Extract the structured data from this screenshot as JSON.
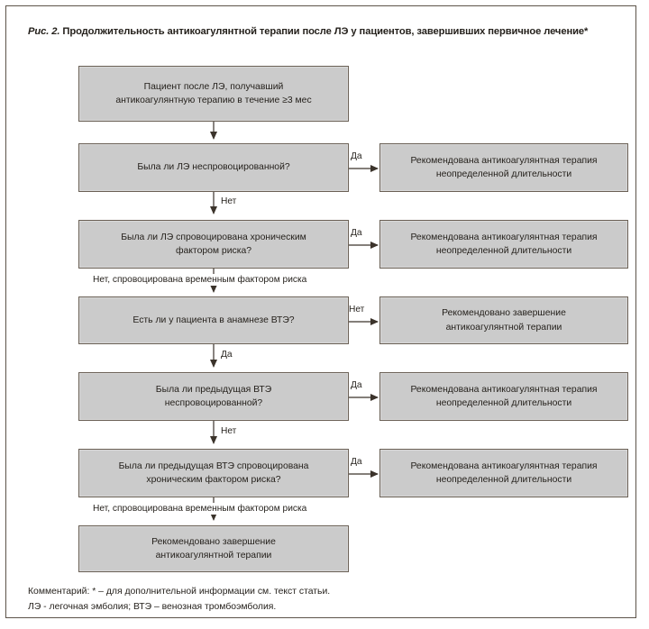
{
  "figure": {
    "label": "Рис. 2.",
    "title": "Продолжительность антикоагулянтной терапии после ЛЭ у пациентов, завершивших первичное лечение*"
  },
  "flowchart": {
    "type": "decision-flowchart",
    "nodes": [
      {
        "id": "start",
        "kind": "terminator",
        "text": "Пациент после ЛЭ, получавший\nантикоагулянтную терапию в течение ≥3 мес"
      },
      {
        "id": "q1",
        "kind": "decision",
        "text": "Была ли ЛЭ неспровоцированной?"
      },
      {
        "id": "r1",
        "kind": "outcome",
        "text": "Рекомендована антикоагулянтная терапия\nнеопределенной длительности"
      },
      {
        "id": "q2",
        "kind": "decision",
        "text": "Была ли ЛЭ спровоцирована хроническим\nфактором риска?"
      },
      {
        "id": "r2",
        "kind": "outcome",
        "text": "Рекомендована антикоагулянтная терапия\nнеопределенной длительности"
      },
      {
        "id": "q3",
        "kind": "decision",
        "text": "Есть ли у пациента в анамнезе ВТЭ?"
      },
      {
        "id": "r3",
        "kind": "outcome",
        "text": "Рекомендовано завершение\nантикоагулянтной терапии"
      },
      {
        "id": "q4",
        "kind": "decision",
        "text": "Была ли предыдущая ВТЭ\nнеспровоцированной?"
      },
      {
        "id": "r4",
        "kind": "outcome",
        "text": "Рекомендована антикоагулянтная терапия\nнеопределенной длительности"
      },
      {
        "id": "q5",
        "kind": "decision",
        "text": "Была ли предыдущая ВТЭ спровоцирована\nхроническим фактором риска?"
      },
      {
        "id": "r5",
        "kind": "outcome",
        "text": "Рекомендована антикоагулянтная терапия\nнеопределенной длительности"
      },
      {
        "id": "end",
        "kind": "terminator",
        "text": "Рекомендовано завершение\nантикоагулянтной терапии"
      }
    ],
    "edges": [
      {
        "id": "e-start-q1",
        "from": "start",
        "to": "q1",
        "label": ""
      },
      {
        "id": "e-q1-r1",
        "from": "q1",
        "to": "r1",
        "label": "Да"
      },
      {
        "id": "e-q1-q2",
        "from": "q1",
        "to": "q2",
        "label": "Нет"
      },
      {
        "id": "e-q2-r2",
        "from": "q2",
        "to": "r2",
        "label": "Да"
      },
      {
        "id": "e-q2-q3",
        "from": "q2",
        "to": "q3",
        "label": "Нет, спровоцирована временным фактором риска"
      },
      {
        "id": "e-q3-r3",
        "from": "q3",
        "to": "r3",
        "label": "Нет"
      },
      {
        "id": "e-q3-q4",
        "from": "q3",
        "to": "q4",
        "label": "Да"
      },
      {
        "id": "e-q4-r4",
        "from": "q4",
        "to": "r4",
        "label": "Да"
      },
      {
        "id": "e-q4-q5",
        "from": "q4",
        "to": "q5",
        "label": "Нет"
      },
      {
        "id": "e-q5-r5",
        "from": "q5",
        "to": "r5",
        "label": "Да"
      },
      {
        "id": "e-q5-end",
        "from": "q5",
        "to": "end",
        "label": "Нет, спровоцирована временным фактором риска"
      }
    ]
  },
  "footnotes": {
    "line1": "Комментарий: * – для дополнительной информации см. текст статьи.",
    "line2": "ЛЭ - легочная эмболия; ВТЭ – венозная тромбоэмболия."
  },
  "colors": {
    "box_fill": "#cbcbcb",
    "box_border": "#6a6055",
    "frame_border": "#5d544a",
    "text": "#231f1a",
    "page_background": "#ffffff"
  }
}
